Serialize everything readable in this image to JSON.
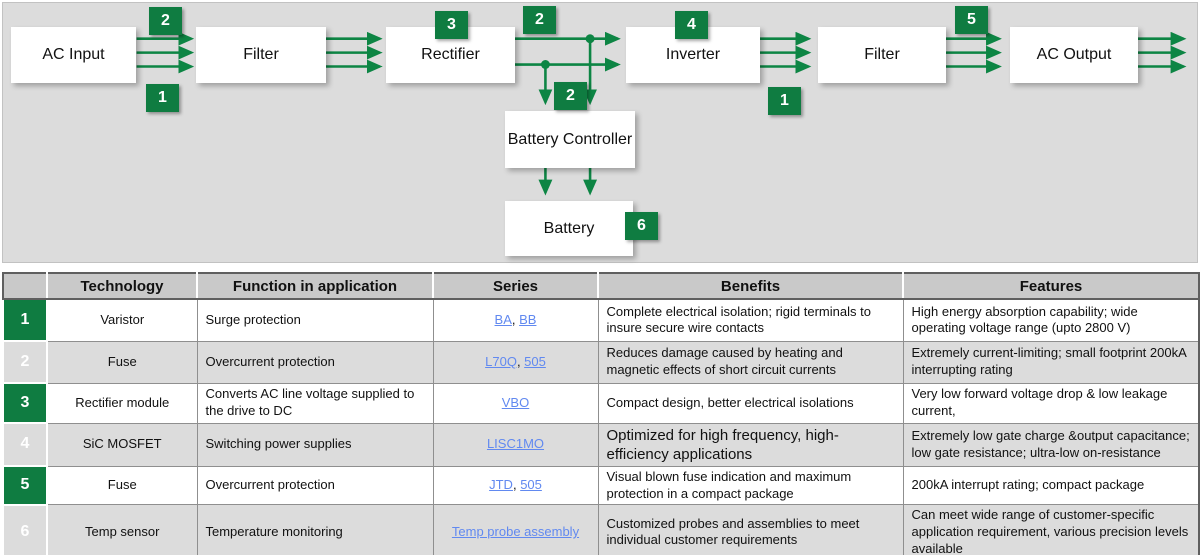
{
  "colors": {
    "brand_green": "#0f7c41",
    "arrow_green": "#0d8544",
    "link_blue": "#6189f0",
    "panel_gray": "#dcdcdc",
    "header_gray": "#c9c9c9",
    "row_alt_gray": "#dcdcdc"
  },
  "diagram": {
    "blocks": [
      {
        "id": "ac-input",
        "label": "AC Input"
      },
      {
        "id": "filter-input",
        "label": "Filter"
      },
      {
        "id": "rectifier",
        "label": "Rectifier"
      },
      {
        "id": "inverter",
        "label": "Inverter"
      },
      {
        "id": "filter-output",
        "label": "Filter"
      },
      {
        "id": "ac-output",
        "label": "AC Output"
      },
      {
        "id": "battery-controller",
        "label": "Battery Controller"
      },
      {
        "id": "battery",
        "label": "Battery"
      }
    ],
    "badges": [
      {
        "label": "2",
        "location": "ac-input-to-filter-above"
      },
      {
        "label": "1",
        "location": "ac-input-to-filter-below"
      },
      {
        "label": "3",
        "location": "rectifier-top"
      },
      {
        "label": "2",
        "location": "rectifier-to-inverter-above"
      },
      {
        "label": "4",
        "location": "inverter-top"
      },
      {
        "label": "1",
        "location": "inverter-to-filter-below"
      },
      {
        "label": "5",
        "location": "filter-to-ac-output-above"
      },
      {
        "label": "2",
        "location": "battery-branch"
      },
      {
        "label": "6",
        "location": "battery-right"
      }
    ]
  },
  "table": {
    "series_separator": ", ",
    "headers": {
      "number": "",
      "technology": "Technology",
      "function": "Function in application",
      "series": "Series",
      "benefits": "Benefits",
      "features": "Features"
    },
    "rows": [
      {
        "num": "1",
        "technology": "Varistor",
        "function": "Surge protection",
        "series": [
          "BA",
          "BB"
        ],
        "benefits": "Complete electrical isolation; rigid terminals to insure secure wire contacts",
        "features": "High energy absorption capability; wide operating voltage range (upto 2800 V)"
      },
      {
        "num": "2",
        "technology": "Fuse",
        "function": "Overcurrent protection",
        "series": [
          "L70Q",
          "505"
        ],
        "benefits": "Reduces damage caused by heating and magnetic effects of short circuit currents",
        "features": "Extremely current-limiting; small footprint 200kA interrupting rating"
      },
      {
        "num": "3",
        "technology": "Rectifier module",
        "function": "Converts AC line voltage supplied to the drive to DC",
        "series": [
          "VBO"
        ],
        "benefits": "Compact design, better electrical isolations",
        "features": "Very low forward voltage drop & low leakage current,"
      },
      {
        "num": "4",
        "technology": "SiC MOSFET",
        "function": "Switching power supplies",
        "series": [
          "LISC1MO"
        ],
        "benefits": "Optimized for high frequency, high-efficiency applications",
        "features": "Extremely low gate charge &output capacitance; low gate resistance; ultra-low on-resistance"
      },
      {
        "num": "5",
        "technology": "Fuse",
        "function": "Overcurrent protection",
        "series": [
          "JTD",
          "505"
        ],
        "benefits": "Visual blown fuse indication and maximum protection in a compact package",
        "features": "200kA interrupt rating; compact package"
      },
      {
        "num": "6",
        "technology": "Temp sensor",
        "function": "Temperature monitoring",
        "series": [
          "Temp probe assembly"
        ],
        "benefits": "Customized probes and assemblies to meet individual customer requirements",
        "features": "Can meet wide range of customer-specific application requirement, various precision levels available"
      }
    ]
  }
}
